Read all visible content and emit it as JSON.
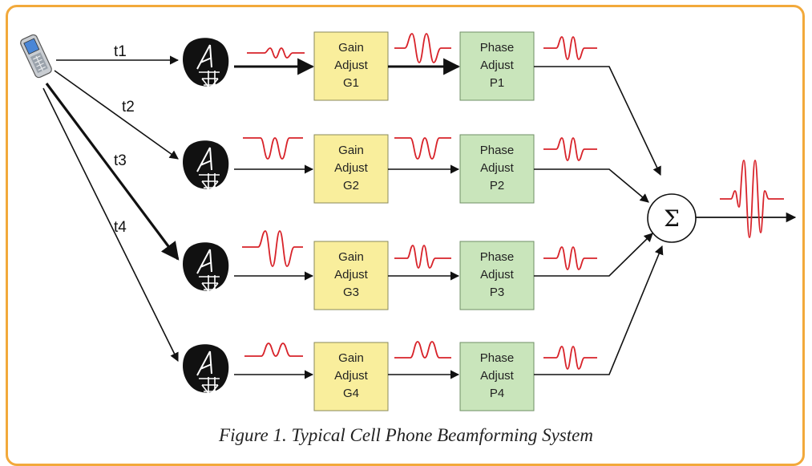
{
  "caption": "Figure 1. Typical Cell Phone Beamforming System",
  "paths": [
    {
      "time_label": "t1",
      "gain": {
        "line1": "Gain",
        "line2": "Adjust",
        "line3": "G1"
      },
      "phase": {
        "line1": "Phase",
        "line2": "Adjust",
        "line3": "P1"
      }
    },
    {
      "time_label": "t2",
      "gain": {
        "line1": "Gain",
        "line2": "Adjust",
        "line3": "G2"
      },
      "phase": {
        "line1": "Phase",
        "line2": "Adjust",
        "line3": "P2"
      }
    },
    {
      "time_label": "t3",
      "gain": {
        "line1": "Gain",
        "line2": "Adjust",
        "line3": "G3"
      },
      "phase": {
        "line1": "Phase",
        "line2": "Adjust",
        "line3": "P3"
      }
    },
    {
      "time_label": "t4",
      "gain": {
        "line1": "Gain",
        "line2": "Adjust",
        "line3": "G4"
      },
      "phase": {
        "line1": "Phase",
        "line2": "Adjust",
        "line3": "P4"
      }
    }
  ],
  "summer_symbol": "Σ",
  "colors": {
    "frame": "#f2a93b",
    "gain_box": "#f9ee9c",
    "phase_box": "#c9e5bb",
    "waveform": "#d8232a"
  },
  "icons": [
    "cell-phone-icon",
    "antenna-icon"
  ]
}
